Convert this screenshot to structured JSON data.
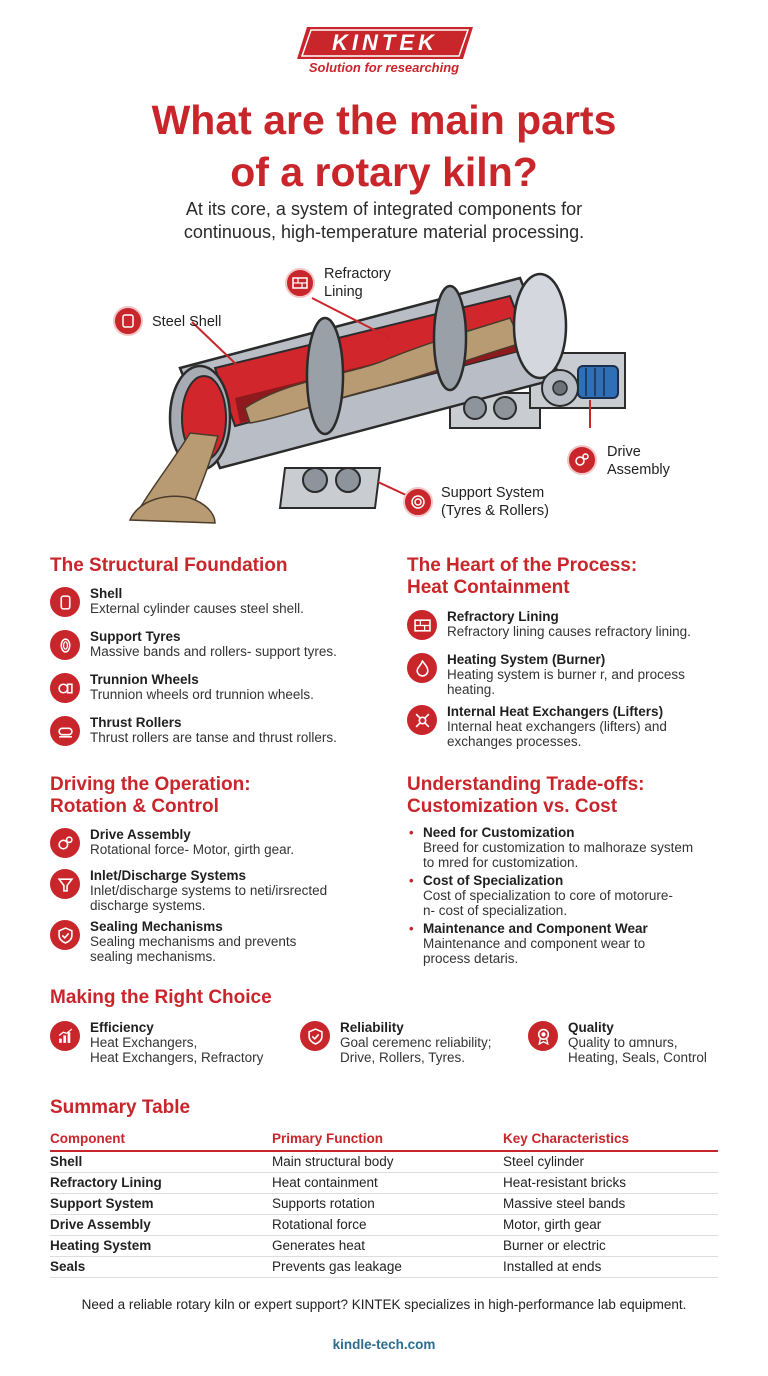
{
  "brand": {
    "logo": "KINTEK",
    "tagline": "Solution for researching",
    "color": "#c8262b"
  },
  "title_line1": "What are the main parts",
  "title_line2": "of a rotary kiln?",
  "subtitle_line1": "At its core, a system of integrated components for",
  "subtitle_line2": "continuous, high-temperature material processing.",
  "illustration": {
    "callouts": {
      "refractory": [
        "Refractory",
        "Lining"
      ],
      "shell": "Steel Shell",
      "drive": [
        "Drive",
        "Assembly"
      ],
      "support": [
        "Support System",
        "(Tyres & Rollers)"
      ]
    }
  },
  "structural": {
    "heading": "The Structural Foundation",
    "items": [
      {
        "title": "Shell",
        "desc": "External cylinder causes steel shell.",
        "icon": "cylinder-icon"
      },
      {
        "title": "Support Tyres",
        "desc": "Massive bands and rollers- support tyres.",
        "icon": "ring-icon"
      },
      {
        "title": "Trunnion Wheels",
        "desc": "Trunnion wheels ord trunnion wheels.",
        "icon": "wheel-icon"
      },
      {
        "title": "Thrust Rollers",
        "desc": "Thrust rollers are tanse and thrust rollers.",
        "icon": "roller-icon"
      }
    ]
  },
  "heart": {
    "heading_line1": "The Heart of the Process:",
    "heading_line2": "Heat Containment",
    "items": [
      {
        "title": "Refractory Lining",
        "desc": [
          "Refractory lining causes refractory lining."
        ],
        "icon": "brick-icon"
      },
      {
        "title": "Heating System (Burner)",
        "desc": [
          "Heating system is burner r, and process",
          "heating."
        ],
        "icon": "flame-icon"
      },
      {
        "title": "Internal Heat Exchangers (Lifters)",
        "desc": [
          "Internal heat exchangers (lifters) and",
          "exchanges processes."
        ],
        "icon": "exchanger-icon"
      }
    ]
  },
  "driving": {
    "heading_line1": "Driving the Operation:",
    "heading_line2": "Rotation & Control",
    "items": [
      {
        "title": "Drive Assembly",
        "desc": [
          "Rotational force- Motor, girth gear."
        ],
        "icon": "gears-icon"
      },
      {
        "title": "Inlet/Discharge Systems",
        "desc": [
          "Inlet/discharge systems to neti/irsrected",
          "discharge systems."
        ],
        "icon": "funnel-icon"
      },
      {
        "title": "Sealing Mechanisms",
        "desc": [
          "Sealing mechanisms  and prevents",
          "sealing mechanisms."
        ],
        "icon": "shield-icon"
      }
    ]
  },
  "tradeoffs": {
    "heading_line1": "Understanding Trade-offs:",
    "heading_line2": "Customization vs. Cost",
    "items": [
      {
        "title": "Need for Customization",
        "desc": [
          "Breed for customization to malhoraze system",
          "to mred for customization."
        ]
      },
      {
        "title": "Cost of Specialization",
        "desc": [
          "Cost of specialization to core of motorure-",
          "n- cost of specialization."
        ]
      },
      {
        "title": "Maintenance and Component Wear",
        "desc": [
          "Maintenance and component wear to",
          "process detaris."
        ]
      }
    ]
  },
  "choice": {
    "heading": "Making the Right Choice",
    "items": [
      {
        "title": "Efficiency",
        "desc": [
          "Heat Exchangers,",
          "Heat Exchangers, Refractory"
        ],
        "icon": "chart-icon"
      },
      {
        "title": "Reliability",
        "desc": [
          "Goal ceremenc reliability;",
          "Drive, Rollers, Tyres."
        ],
        "icon": "check-shield-icon"
      },
      {
        "title": "Quality",
        "desc": [
          "Quality to ɑmnurs,",
          "Heating, Seals, Control"
        ],
        "icon": "medal-icon"
      }
    ]
  },
  "summary": {
    "heading": "Summary Table",
    "headers": [
      "Component",
      "Primary Function",
      "Key Characteristics"
    ],
    "rows": [
      [
        "Shell",
        "Main structural body",
        "Steel cylinder"
      ],
      [
        "Refractory Lining",
        "Heat containment",
        "Heat-resistant bricks"
      ],
      [
        "Support System",
        "Supports rotation",
        "Massive steel bands"
      ],
      [
        "Drive Assembly",
        "Rotational force",
        "Motor, girth gear"
      ],
      [
        "Heating System",
        "Generates heat",
        "Burner or electric"
      ],
      [
        "Seals",
        "Prevents gas leakage",
        "Installed at ends"
      ]
    ]
  },
  "footer": "Need a reliable rotary kiln or expert support? KINTEK specializes in high-performance lab equipment.",
  "website": "kindle-tech.com"
}
